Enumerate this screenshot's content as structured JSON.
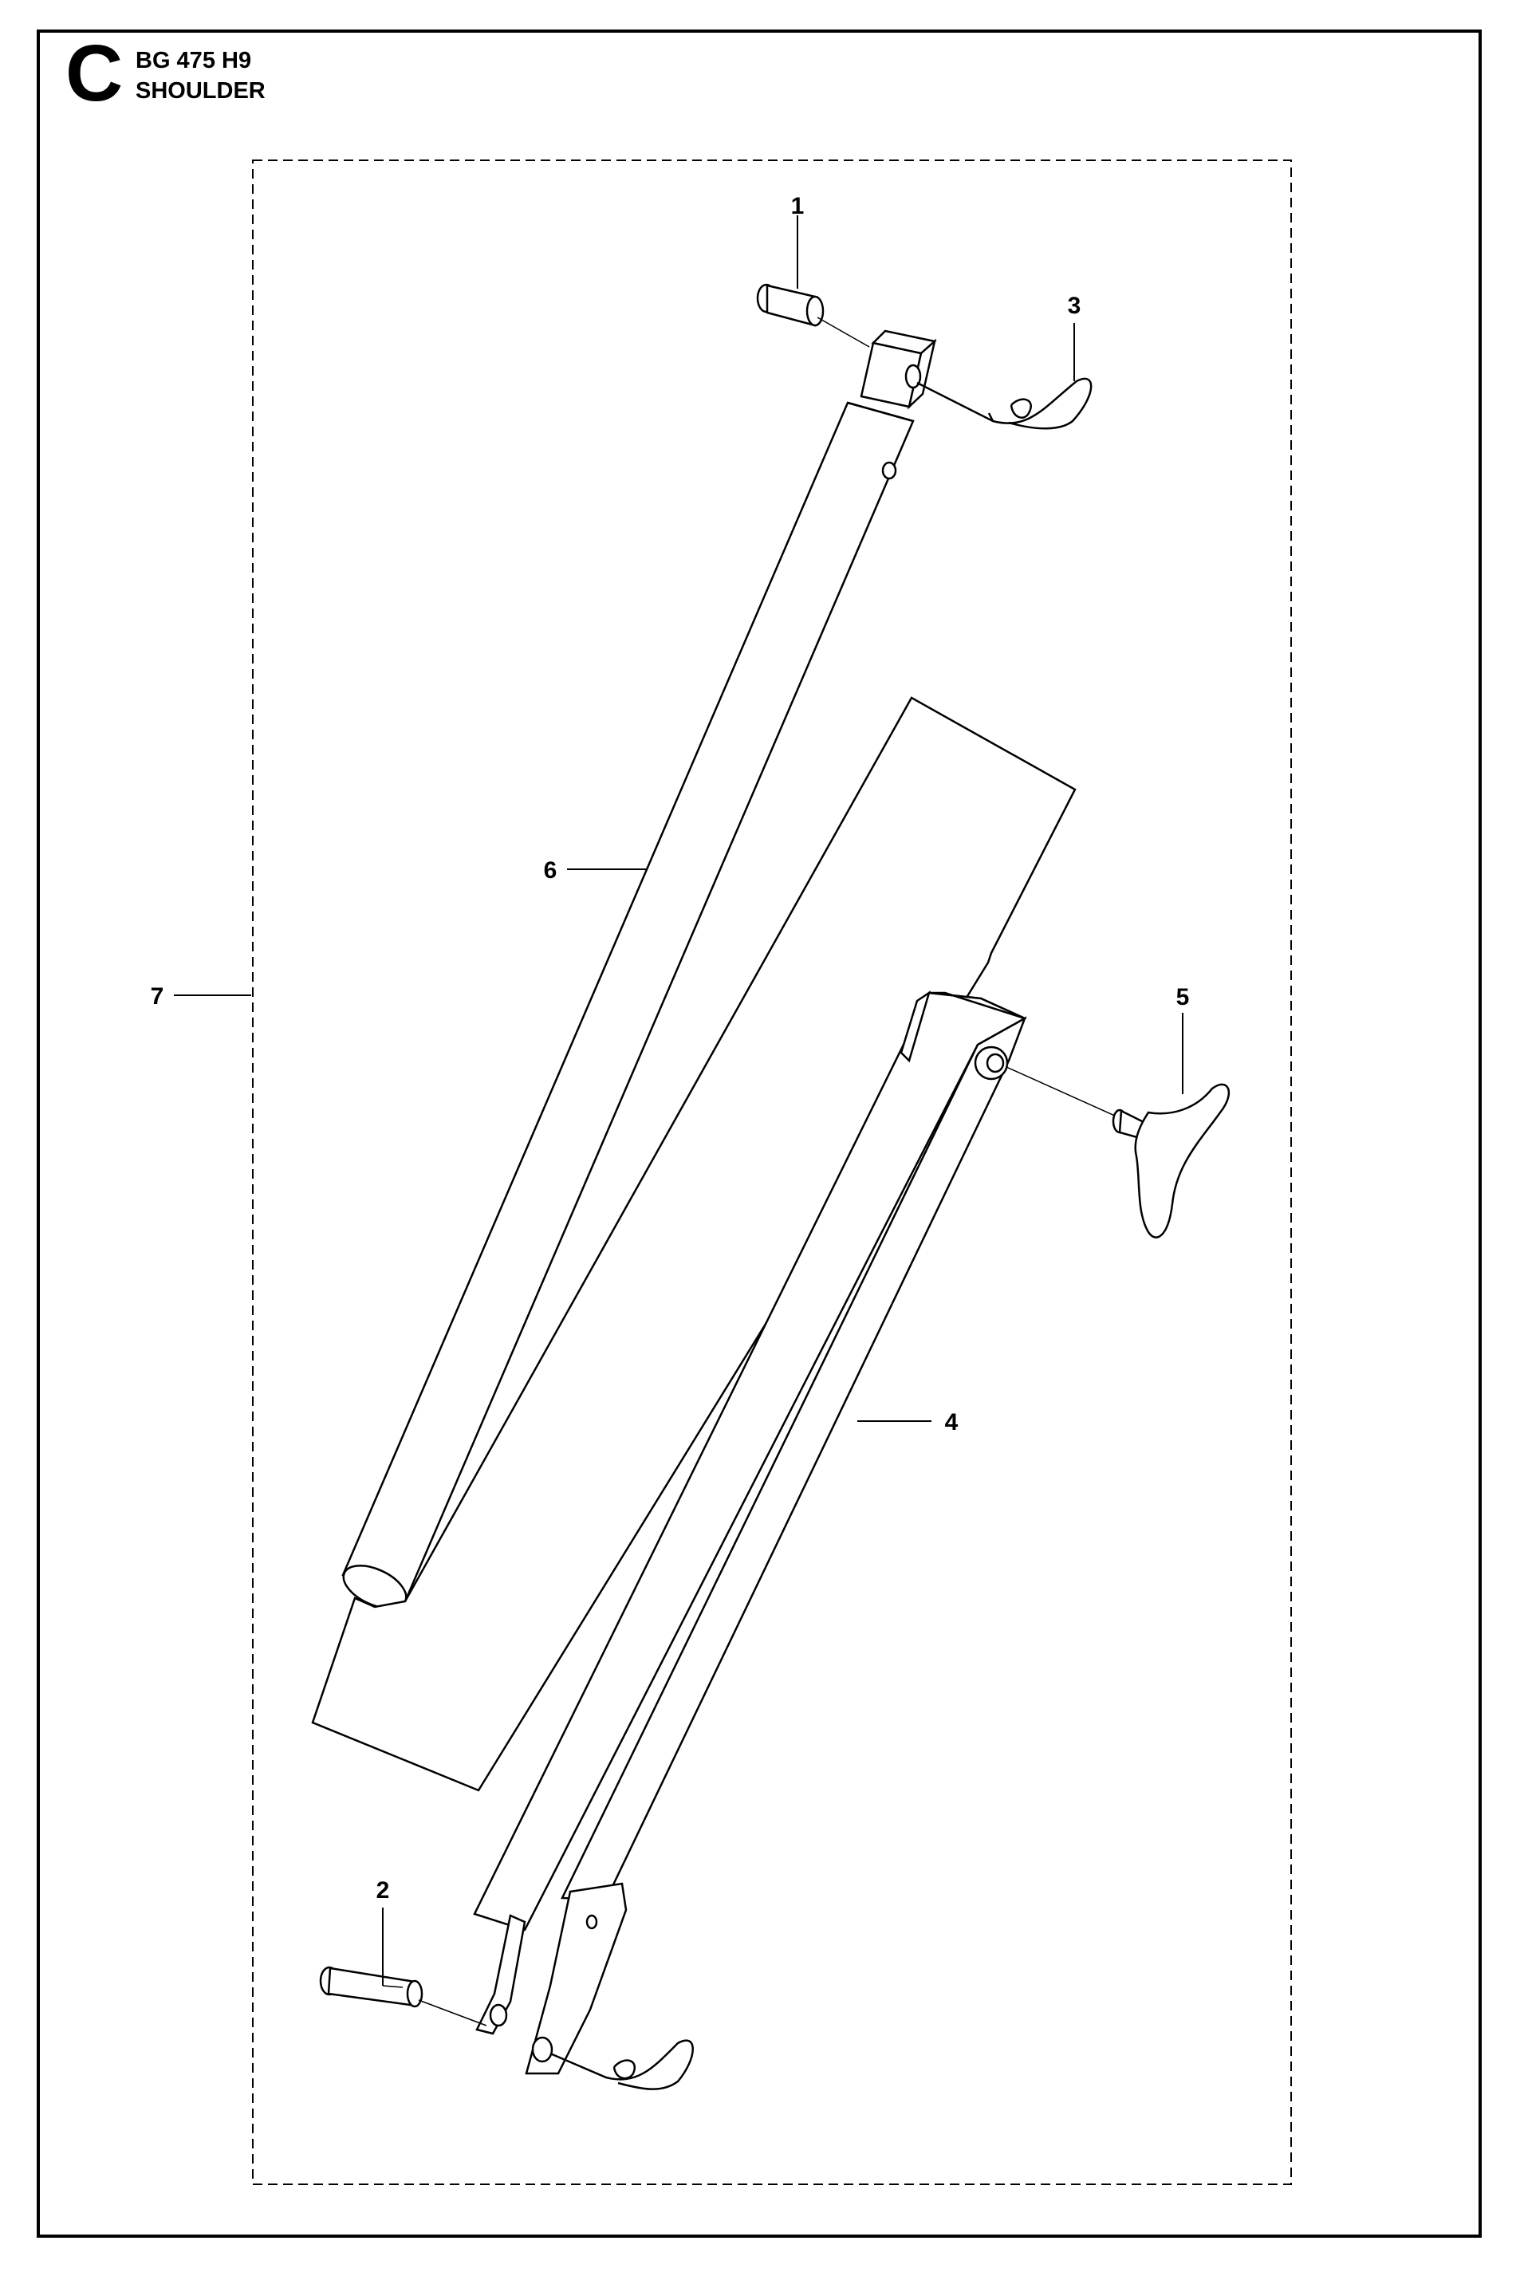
{
  "header": {
    "section_letter": "C",
    "model": "BG 475 H9",
    "title": "SHOULDER"
  },
  "callouts": [
    {
      "id": "1",
      "label": "1",
      "part": "pin-top"
    },
    {
      "id": "2",
      "label": "2",
      "part": "pin-bottom"
    },
    {
      "id": "3",
      "label": "3",
      "part": "hair-pin-clip"
    },
    {
      "id": "4",
      "label": "4",
      "part": "support-bracket"
    },
    {
      "id": "5",
      "label": "5",
      "part": "knob"
    },
    {
      "id": "6",
      "label": "6",
      "part": "tube"
    },
    {
      "id": "7",
      "label": "7",
      "part": "assembly-kit"
    }
  ]
}
